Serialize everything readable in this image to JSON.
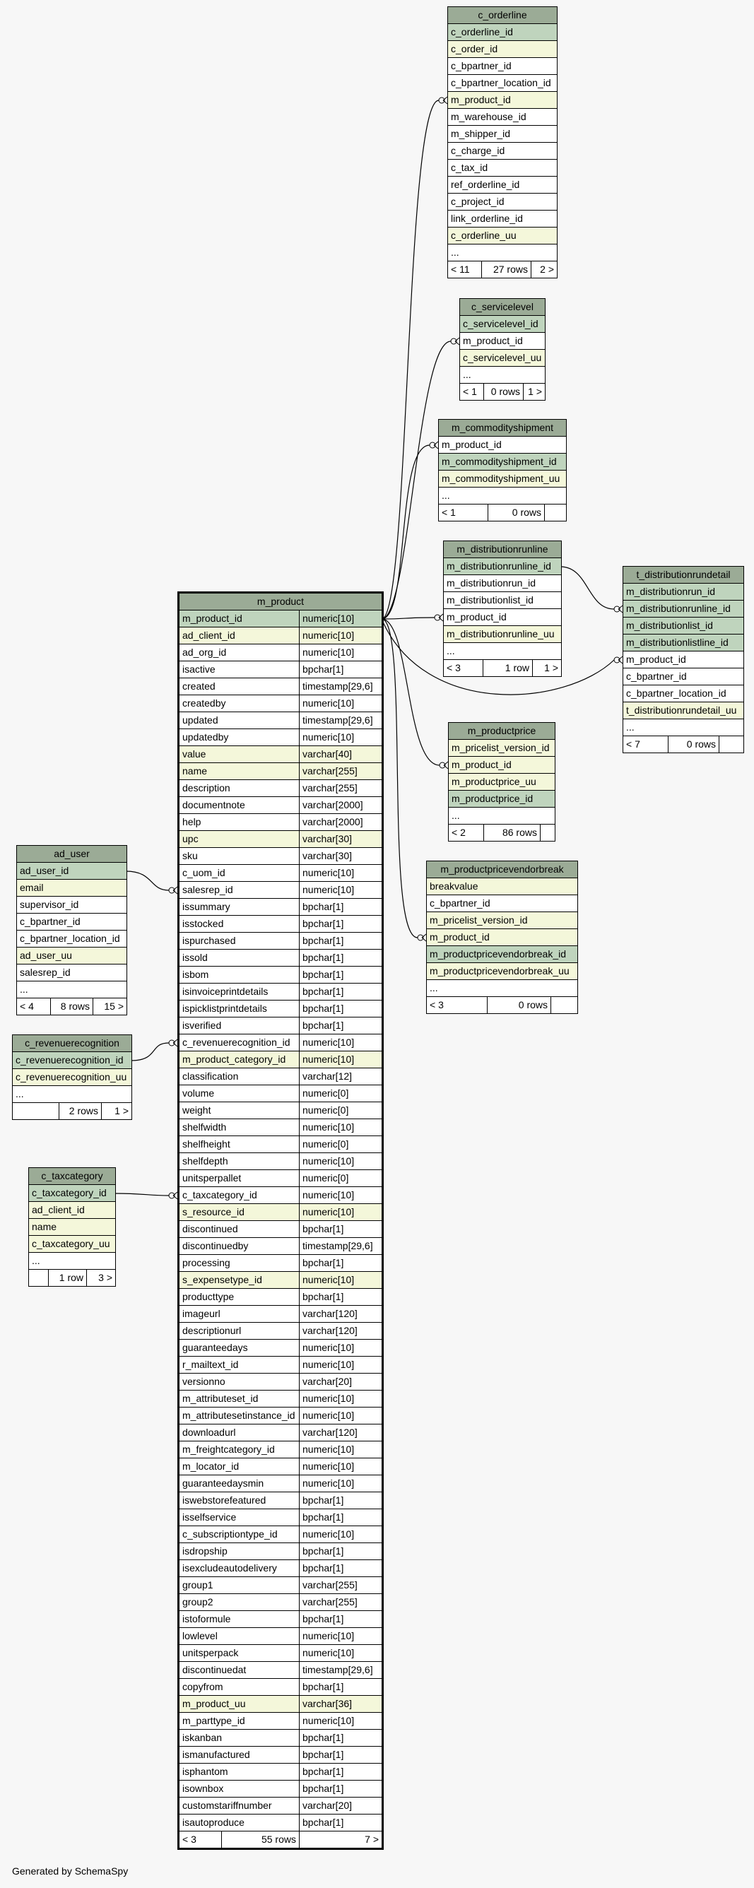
{
  "footer": "Generated by SchemaSpy",
  "tables": {
    "m_product": {
      "name": "m_product",
      "columns": [
        {
          "name": "m_product_id",
          "type": "numeric[10]",
          "style": "pk"
        },
        {
          "name": "ad_client_id",
          "type": "numeric[10]",
          "style": "idx"
        },
        {
          "name": "ad_org_id",
          "type": "numeric[10]",
          "style": ""
        },
        {
          "name": "isactive",
          "type": "bpchar[1]",
          "style": ""
        },
        {
          "name": "created",
          "type": "timestamp[29,6]",
          "style": ""
        },
        {
          "name": "createdby",
          "type": "numeric[10]",
          "style": ""
        },
        {
          "name": "updated",
          "type": "timestamp[29,6]",
          "style": ""
        },
        {
          "name": "updatedby",
          "type": "numeric[10]",
          "style": ""
        },
        {
          "name": "value",
          "type": "varchar[40]",
          "style": "idx"
        },
        {
          "name": "name",
          "type": "varchar[255]",
          "style": "idx"
        },
        {
          "name": "description",
          "type": "varchar[255]",
          "style": ""
        },
        {
          "name": "documentnote",
          "type": "varchar[2000]",
          "style": ""
        },
        {
          "name": "help",
          "type": "varchar[2000]",
          "style": ""
        },
        {
          "name": "upc",
          "type": "varchar[30]",
          "style": "idx"
        },
        {
          "name": "sku",
          "type": "varchar[30]",
          "style": ""
        },
        {
          "name": "c_uom_id",
          "type": "numeric[10]",
          "style": ""
        },
        {
          "name": "salesrep_id",
          "type": "numeric[10]",
          "style": ""
        },
        {
          "name": "issummary",
          "type": "bpchar[1]",
          "style": ""
        },
        {
          "name": "isstocked",
          "type": "bpchar[1]",
          "style": ""
        },
        {
          "name": "ispurchased",
          "type": "bpchar[1]",
          "style": ""
        },
        {
          "name": "issold",
          "type": "bpchar[1]",
          "style": ""
        },
        {
          "name": "isbom",
          "type": "bpchar[1]",
          "style": ""
        },
        {
          "name": "isinvoiceprintdetails",
          "type": "bpchar[1]",
          "style": ""
        },
        {
          "name": "ispicklistprintdetails",
          "type": "bpchar[1]",
          "style": ""
        },
        {
          "name": "isverified",
          "type": "bpchar[1]",
          "style": ""
        },
        {
          "name": "c_revenuerecognition_id",
          "type": "numeric[10]",
          "style": ""
        },
        {
          "name": "m_product_category_id",
          "type": "numeric[10]",
          "style": "idx"
        },
        {
          "name": "classification",
          "type": "varchar[12]",
          "style": ""
        },
        {
          "name": "volume",
          "type": "numeric[0]",
          "style": ""
        },
        {
          "name": "weight",
          "type": "numeric[0]",
          "style": ""
        },
        {
          "name": "shelfwidth",
          "type": "numeric[10]",
          "style": ""
        },
        {
          "name": "shelfheight",
          "type": "numeric[0]",
          "style": ""
        },
        {
          "name": "shelfdepth",
          "type": "numeric[10]",
          "style": ""
        },
        {
          "name": "unitsperpallet",
          "type": "numeric[0]",
          "style": ""
        },
        {
          "name": "c_taxcategory_id",
          "type": "numeric[10]",
          "style": ""
        },
        {
          "name": "s_resource_id",
          "type": "numeric[10]",
          "style": "idx"
        },
        {
          "name": "discontinued",
          "type": "bpchar[1]",
          "style": ""
        },
        {
          "name": "discontinuedby",
          "type": "timestamp[29,6]",
          "style": ""
        },
        {
          "name": "processing",
          "type": "bpchar[1]",
          "style": ""
        },
        {
          "name": "s_expensetype_id",
          "type": "numeric[10]",
          "style": "idx"
        },
        {
          "name": "producttype",
          "type": "bpchar[1]",
          "style": ""
        },
        {
          "name": "imageurl",
          "type": "varchar[120]",
          "style": ""
        },
        {
          "name": "descriptionurl",
          "type": "varchar[120]",
          "style": ""
        },
        {
          "name": "guaranteedays",
          "type": "numeric[10]",
          "style": ""
        },
        {
          "name": "r_mailtext_id",
          "type": "numeric[10]",
          "style": ""
        },
        {
          "name": "versionno",
          "type": "varchar[20]",
          "style": ""
        },
        {
          "name": "m_attributeset_id",
          "type": "numeric[10]",
          "style": ""
        },
        {
          "name": "m_attributesetinstance_id",
          "type": "numeric[10]",
          "style": ""
        },
        {
          "name": "downloadurl",
          "type": "varchar[120]",
          "style": ""
        },
        {
          "name": "m_freightcategory_id",
          "type": "numeric[10]",
          "style": ""
        },
        {
          "name": "m_locator_id",
          "type": "numeric[10]",
          "style": ""
        },
        {
          "name": "guaranteedaysmin",
          "type": "numeric[10]",
          "style": ""
        },
        {
          "name": "iswebstorefeatured",
          "type": "bpchar[1]",
          "style": ""
        },
        {
          "name": "isselfservice",
          "type": "bpchar[1]",
          "style": ""
        },
        {
          "name": "c_subscriptiontype_id",
          "type": "numeric[10]",
          "style": ""
        },
        {
          "name": "isdropship",
          "type": "bpchar[1]",
          "style": ""
        },
        {
          "name": "isexcludeautodelivery",
          "type": "bpchar[1]",
          "style": ""
        },
        {
          "name": "group1",
          "type": "varchar[255]",
          "style": ""
        },
        {
          "name": "group2",
          "type": "varchar[255]",
          "style": ""
        },
        {
          "name": "istoformule",
          "type": "bpchar[1]",
          "style": ""
        },
        {
          "name": "lowlevel",
          "type": "numeric[10]",
          "style": ""
        },
        {
          "name": "unitsperpack",
          "type": "numeric[10]",
          "style": ""
        },
        {
          "name": "discontinuedat",
          "type": "timestamp[29,6]",
          "style": ""
        },
        {
          "name": "copyfrom",
          "type": "bpchar[1]",
          "style": ""
        },
        {
          "name": "m_product_uu",
          "type": "varchar[36]",
          "style": "idx"
        },
        {
          "name": "m_parttype_id",
          "type": "numeric[10]",
          "style": ""
        },
        {
          "name": "iskanban",
          "type": "bpchar[1]",
          "style": ""
        },
        {
          "name": "ismanufactured",
          "type": "bpchar[1]",
          "style": ""
        },
        {
          "name": "isphantom",
          "type": "bpchar[1]",
          "style": ""
        },
        {
          "name": "isownbox",
          "type": "bpchar[1]",
          "style": ""
        },
        {
          "name": "customstariffnumber",
          "type": "varchar[20]",
          "style": ""
        },
        {
          "name": "isautoproduce",
          "type": "bpchar[1]",
          "style": ""
        }
      ],
      "footer": [
        "< 3",
        "55 rows",
        "7 >"
      ]
    },
    "c_orderline": {
      "name": "c_orderline",
      "columns": [
        {
          "name": "c_orderline_id",
          "style": "pk"
        },
        {
          "name": "c_order_id",
          "style": "idx"
        },
        {
          "name": "c_bpartner_id",
          "style": ""
        },
        {
          "name": "c_bpartner_location_id",
          "style": ""
        },
        {
          "name": "m_product_id",
          "style": "idx"
        },
        {
          "name": "m_warehouse_id",
          "style": ""
        },
        {
          "name": "m_shipper_id",
          "style": ""
        },
        {
          "name": "c_charge_id",
          "style": ""
        },
        {
          "name": "c_tax_id",
          "style": ""
        },
        {
          "name": "ref_orderline_id",
          "style": ""
        },
        {
          "name": "c_project_id",
          "style": ""
        },
        {
          "name": "link_orderline_id",
          "style": ""
        },
        {
          "name": "c_orderline_uu",
          "style": "idx"
        },
        {
          "name": "...",
          "style": ""
        }
      ],
      "footer": [
        "< 11",
        "27 rows",
        "2 >"
      ]
    },
    "c_servicelevel": {
      "name": "c_servicelevel",
      "columns": [
        {
          "name": "c_servicelevel_id",
          "style": "pk"
        },
        {
          "name": "m_product_id",
          "style": ""
        },
        {
          "name": "c_servicelevel_uu",
          "style": "idx"
        },
        {
          "name": "...",
          "style": ""
        }
      ],
      "footer": [
        "< 1",
        "0 rows",
        "1 >"
      ]
    },
    "m_commodityshipment": {
      "name": "m_commodityshipment",
      "columns": [
        {
          "name": "m_product_id",
          "style": ""
        },
        {
          "name": "m_commodityshipment_id",
          "style": "pk"
        },
        {
          "name": "m_commodityshipment_uu",
          "style": "idx"
        },
        {
          "name": "...",
          "style": ""
        }
      ],
      "footer": [
        "< 1",
        "0 rows",
        ""
      ]
    },
    "m_distributionrunline": {
      "name": "m_distributionrunline",
      "columns": [
        {
          "name": "m_distributionrunline_id",
          "style": "pk"
        },
        {
          "name": "m_distributionrun_id",
          "style": ""
        },
        {
          "name": "m_distributionlist_id",
          "style": ""
        },
        {
          "name": "m_product_id",
          "style": ""
        },
        {
          "name": "m_distributionrunline_uu",
          "style": "idx"
        },
        {
          "name": "...",
          "style": ""
        }
      ],
      "footer": [
        "< 3",
        "1 row",
        "1 >"
      ]
    },
    "t_distributionrundetail": {
      "name": "t_distributionrundetail",
      "columns": [
        {
          "name": "m_distributionrun_id",
          "style": "pk"
        },
        {
          "name": "m_distributionrunline_id",
          "style": "pk"
        },
        {
          "name": "m_distributionlist_id",
          "style": "pk"
        },
        {
          "name": "m_distributionlistline_id",
          "style": "pk"
        },
        {
          "name": "m_product_id",
          "style": ""
        },
        {
          "name": "c_bpartner_id",
          "style": ""
        },
        {
          "name": "c_bpartner_location_id",
          "style": ""
        },
        {
          "name": "t_distributionrundetail_uu",
          "style": "idx"
        },
        {
          "name": "...",
          "style": ""
        }
      ],
      "footer": [
        "< 7",
        "0 rows",
        ""
      ]
    },
    "m_productprice": {
      "name": "m_productprice",
      "columns": [
        {
          "name": "m_pricelist_version_id",
          "style": "idx"
        },
        {
          "name": "m_product_id",
          "style": "idx"
        },
        {
          "name": "m_productprice_uu",
          "style": "idx"
        },
        {
          "name": "m_productprice_id",
          "style": "pk"
        },
        {
          "name": "...",
          "style": ""
        }
      ],
      "footer": [
        "< 2",
        "86 rows",
        ""
      ]
    },
    "m_productpricevendorbreak": {
      "name": "m_productpricevendorbreak",
      "columns": [
        {
          "name": "breakvalue",
          "style": "idx"
        },
        {
          "name": "c_bpartner_id",
          "style": ""
        },
        {
          "name": "m_pricelist_version_id",
          "style": "idx"
        },
        {
          "name": "m_product_id",
          "style": "idx"
        },
        {
          "name": "m_productpricevendorbreak_id",
          "style": "pk"
        },
        {
          "name": "m_productpricevendorbreak_uu",
          "style": "idx"
        },
        {
          "name": "...",
          "style": ""
        }
      ],
      "footer": [
        "< 3",
        "0 rows",
        ""
      ]
    },
    "ad_user": {
      "name": "ad_user",
      "columns": [
        {
          "name": "ad_user_id",
          "style": "pk"
        },
        {
          "name": "email",
          "style": "idx"
        },
        {
          "name": "supervisor_id",
          "style": ""
        },
        {
          "name": "c_bpartner_id",
          "style": ""
        },
        {
          "name": "c_bpartner_location_id",
          "style": ""
        },
        {
          "name": "ad_user_uu",
          "style": "idx"
        },
        {
          "name": "salesrep_id",
          "style": ""
        },
        {
          "name": "...",
          "style": ""
        }
      ],
      "footer": [
        "< 4",
        "8 rows",
        "15 >"
      ]
    },
    "c_revenuerecognition": {
      "name": "c_revenuerecognition",
      "columns": [
        {
          "name": "c_revenuerecognition_id",
          "style": "pk"
        },
        {
          "name": "c_revenuerecognition_uu",
          "style": "idx"
        },
        {
          "name": "...",
          "style": ""
        }
      ],
      "footer": [
        "",
        "2 rows",
        "1 >"
      ]
    },
    "c_taxcategory": {
      "name": "c_taxcategory",
      "columns": [
        {
          "name": "c_taxcategory_id",
          "style": "pk"
        },
        {
          "name": "ad_client_id",
          "style": "idx"
        },
        {
          "name": "name",
          "style": "idx"
        },
        {
          "name": "c_taxcategory_uu",
          "style": "idx"
        },
        {
          "name": "...",
          "style": ""
        }
      ],
      "footer": [
        "",
        "1 row",
        "3 >"
      ]
    }
  }
}
